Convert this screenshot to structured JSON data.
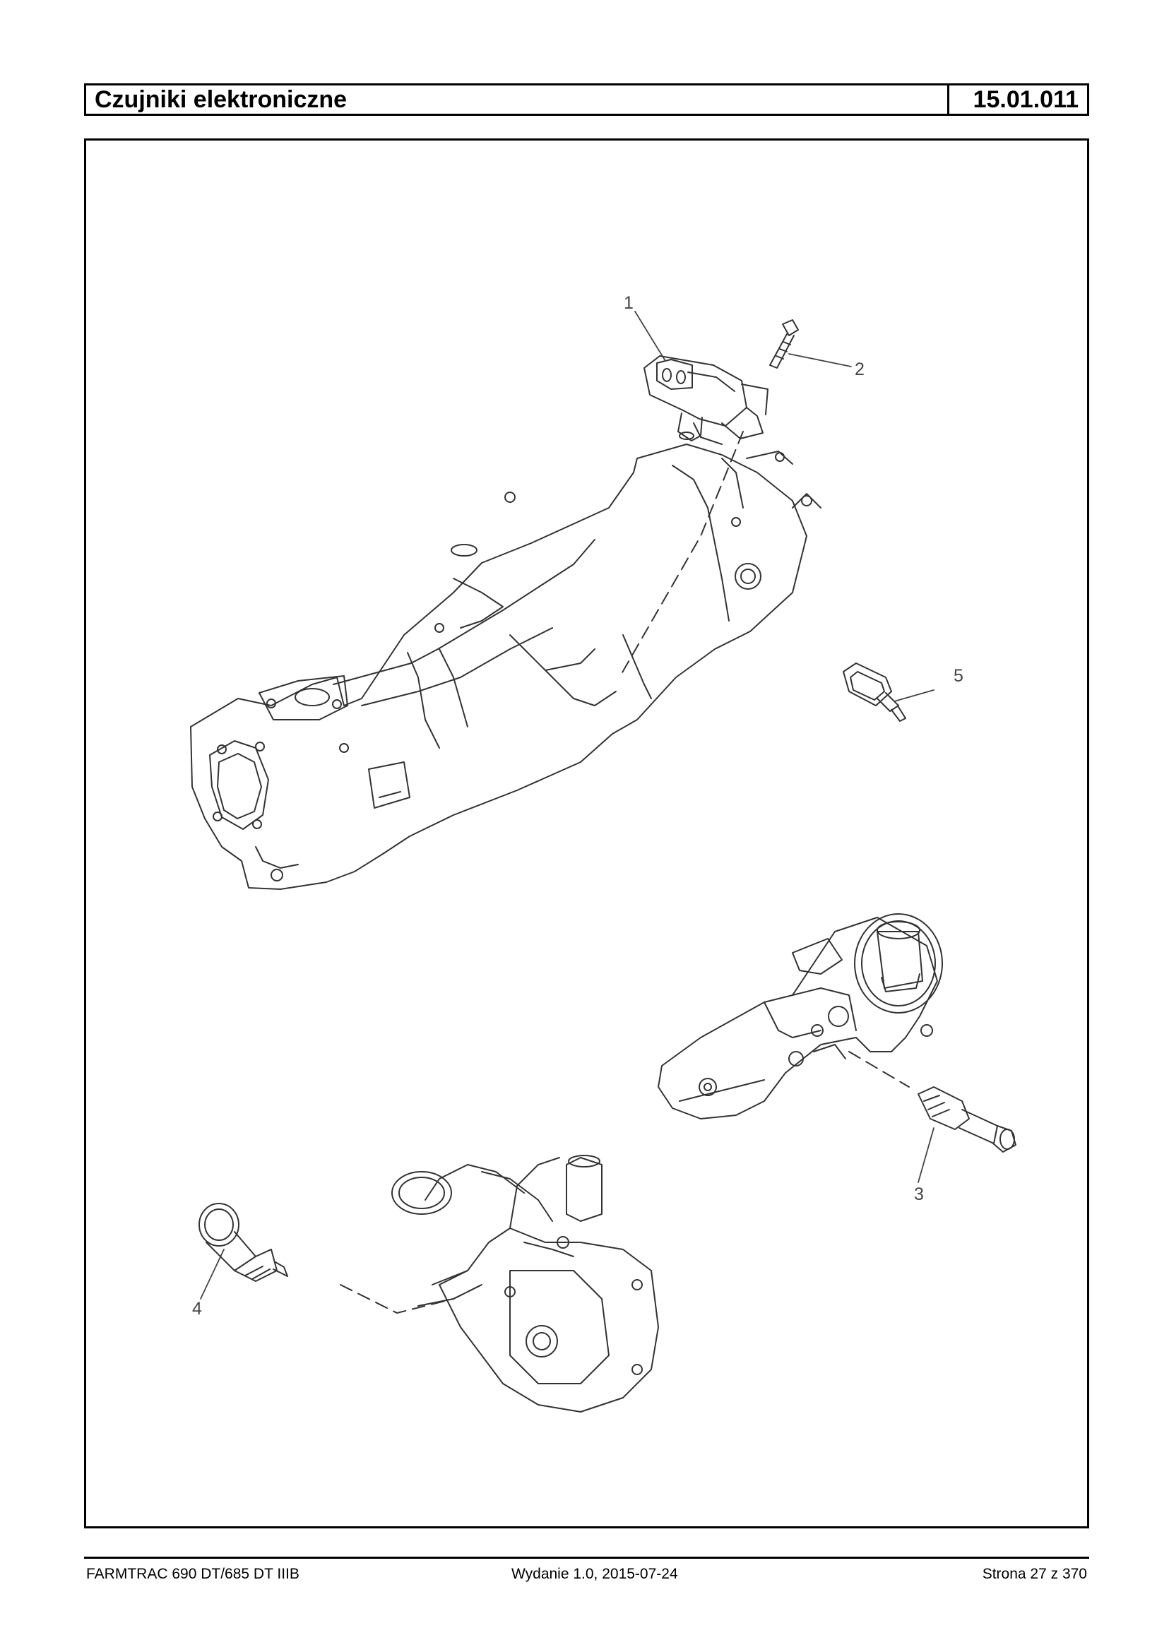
{
  "header": {
    "title": "Czujniki elektroniczne",
    "code": "15.01.011"
  },
  "diagram": {
    "callouts": [
      "1",
      "2",
      "3",
      "4",
      "5"
    ]
  },
  "footer": {
    "model": "FARMTRAC 690 DT/685 DT IIIB",
    "edition": "Wydanie 1.0,  2015-07-24",
    "page": "Strona 27 z 370"
  }
}
